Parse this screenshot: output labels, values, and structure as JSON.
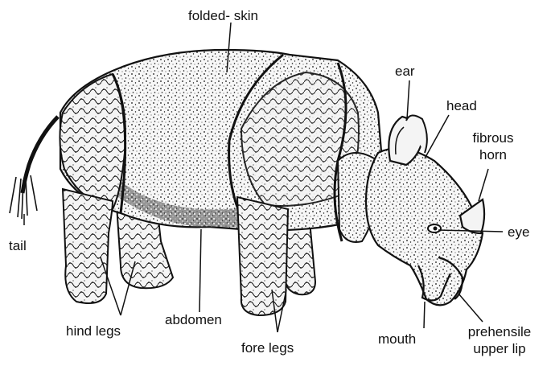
{
  "labels": {
    "folded_skin": "folded- skin",
    "ear": "ear",
    "head": "head",
    "fibrous_horn_line1": "fibrous",
    "fibrous_horn_line2": "horn",
    "eye": "eye",
    "tail": "tail",
    "hind_legs": "hind legs",
    "abdomen": "abdomen",
    "fore_legs": "fore legs",
    "mouth": "mouth",
    "prehensile_line1": "prehensile",
    "prehensile_line2": "upper lip"
  },
  "colors": {
    "ink": "#111111",
    "skin": "#f4f4f4"
  }
}
